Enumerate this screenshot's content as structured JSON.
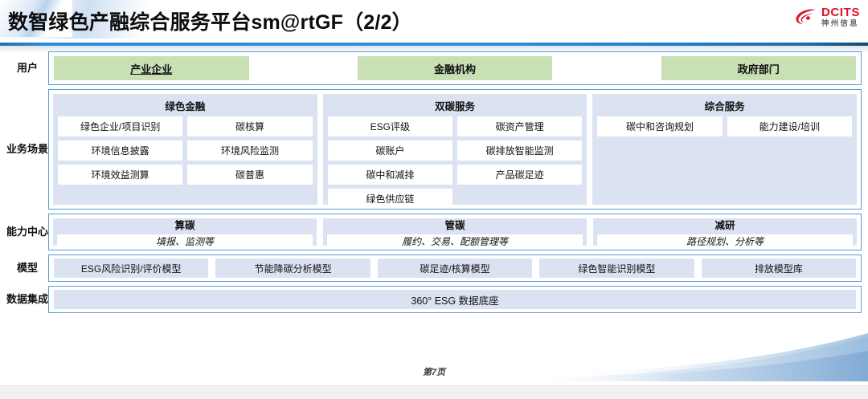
{
  "title": "数智绿色产融综合服务平台sm@rtGF（2/2）",
  "logo": {
    "mark": "dcits-swoosh-icon",
    "english": "DCITS",
    "chinese": "神州信息",
    "color": "#d8152a"
  },
  "colors": {
    "user_chip": "#c8e0b4",
    "group_bg": "#dbe3f2",
    "row_border": "#5b9bd5",
    "title_rule": "#2f90d8"
  },
  "rows": [
    {
      "label": "用户",
      "type": "users",
      "items": [
        {
          "label": "产业企业",
          "underlined": true
        },
        {
          "label": "金融机构",
          "underlined": false
        },
        {
          "label": "政府部门",
          "underlined": false
        }
      ]
    },
    {
      "label": "业务场景",
      "type": "scenario",
      "groups": [
        {
          "title": "绿色金融",
          "items": [
            "绿色企业/项目识别",
            "碳核算",
            "环境信息披露",
            "环境风险监测",
            "环境效益测算",
            "碳普惠"
          ]
        },
        {
          "title": "双碳服务",
          "items": [
            "ESG评级",
            "碳资产管理",
            "碳账户",
            "碳排放智能监测",
            "碳中和减排",
            "产品碳足迹",
            "绿色供应链"
          ]
        },
        {
          "title": "综合服务",
          "items": [
            "碳中和咨询规划",
            "能力建设/培训"
          ]
        }
      ]
    },
    {
      "label": "能力中心",
      "type": "capability",
      "groups": [
        {
          "title": "算碳",
          "subtitle": "填报、监测等"
        },
        {
          "title": "管碳",
          "subtitle": "履约、交易、配额管理等"
        },
        {
          "title": "减研",
          "subtitle": "路径规划、分析等"
        }
      ]
    },
    {
      "label": "模型",
      "type": "model",
      "items": [
        "ESG风险识别/评价模型",
        "节能降碳分析模型",
        "碳足迹/核算模型",
        "绿色智能识别模型",
        "排放模型库"
      ]
    },
    {
      "label": "数据集成",
      "type": "data",
      "items": [
        "360° ESG 数据底座"
      ]
    }
  ],
  "footer": {
    "page_label": "第7页"
  }
}
